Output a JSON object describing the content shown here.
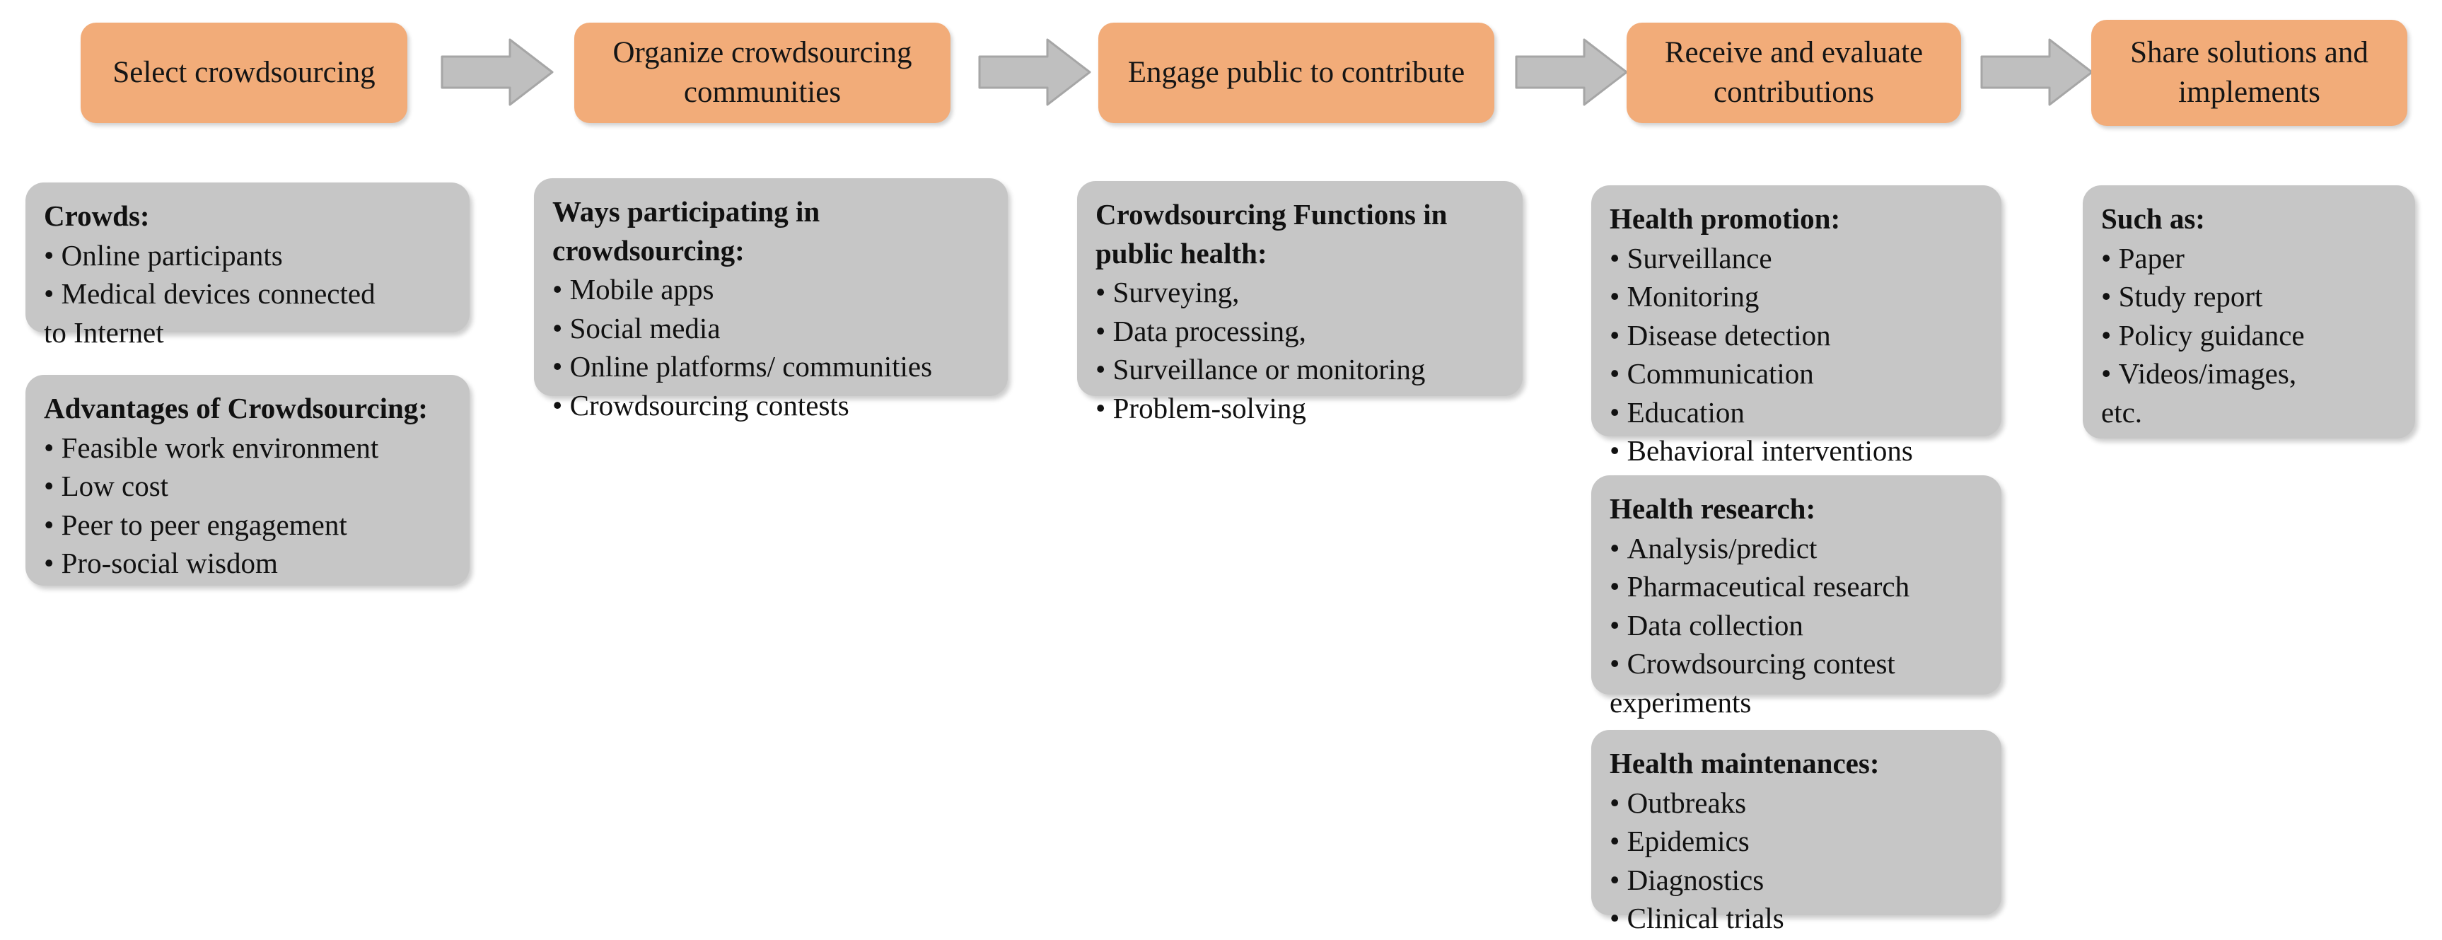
{
  "colors": {
    "stage_fill": "#F2AC79",
    "detail_fill": "#C6C6C6",
    "arrow_fill": "#BFBFBF",
    "arrow_stroke": "#A6A6A6",
    "text": "#111111",
    "page_background": "#FFFFFF"
  },
  "diagram": {
    "type": "process-flow",
    "stages": [
      {
        "id": "stage-1",
        "label": "Select crowdsourcing"
      },
      {
        "id": "stage-2",
        "label": "Organize crowdsourcing communities"
      },
      {
        "id": "stage-3",
        "label": "Engage public to contribute"
      },
      {
        "id": "stage-4",
        "label": "Receive and evaluate contributions"
      },
      {
        "id": "stage-5",
        "label": "Share solutions and implements"
      }
    ],
    "arrows": [
      {
        "id": "arrow-1",
        "direction": "right"
      },
      {
        "id": "arrow-2",
        "direction": "right"
      },
      {
        "id": "arrow-3",
        "direction": "right"
      },
      {
        "id": "arrow-4",
        "direction": "right"
      }
    ],
    "details": [
      {
        "id": "detail-crowds",
        "column": 1,
        "title": "Crowds:",
        "items": [
          {
            "text": "Online participants",
            "bulleted": true
          },
          {
            "text": "Medical devices connected",
            "bulleted": true
          },
          {
            "text": "to Internet",
            "bulleted": false
          }
        ]
      },
      {
        "id": "detail-advantages",
        "column": 1,
        "title": "Advantages of Crowdsourcing:",
        "items": [
          {
            "text": "Feasible work environment",
            "bulleted": true
          },
          {
            "text": "Low cost",
            "bulleted": true
          },
          {
            "text": "Peer to peer engagement",
            "bulleted": true
          },
          {
            "text": "Pro-social wisdom",
            "bulleted": true
          }
        ]
      },
      {
        "id": "detail-ways",
        "column": 2,
        "title": "Ways participating in crowdsourcing:",
        "items": [
          {
            "text": "Mobile apps",
            "bulleted": true
          },
          {
            "text": "Social media",
            "bulleted": true
          },
          {
            "text": "Online platforms/ communities",
            "bulleted": true
          },
          {
            "text": "Crowdsourcing contests",
            "bulleted": true
          }
        ]
      },
      {
        "id": "detail-functions",
        "column": 3,
        "title": "Crowdsourcing Functions in public health:",
        "items": [
          {
            "text": "Surveying,",
            "bulleted": true
          },
          {
            "text": "Data processing,",
            "bulleted": true
          },
          {
            "text": "Surveillance or monitoring",
            "bulleted": true
          },
          {
            "text": "Problem-solving",
            "bulleted": true
          }
        ]
      },
      {
        "id": "detail-health-promotion",
        "column": 4,
        "title": "Health promotion:",
        "items": [
          {
            "text": "Surveillance",
            "bulleted": true
          },
          {
            "text": "Monitoring",
            "bulleted": true
          },
          {
            "text": "Disease detection",
            "bulleted": true
          },
          {
            "text": "Communication",
            "bulleted": true
          },
          {
            "text": "Education",
            "bulleted": true
          },
          {
            "text": "Behavioral interventions",
            "bulleted": true
          }
        ]
      },
      {
        "id": "detail-health-research",
        "column": 4,
        "title": "Health research:",
        "items": [
          {
            "text": "Analysis/predict",
            "bulleted": true
          },
          {
            "text": "Pharmaceutical research",
            "bulleted": true
          },
          {
            "text": "Data collection",
            "bulleted": true
          },
          {
            "text": "Crowdsourcing contest",
            "bulleted": true
          },
          {
            "text": "experiments",
            "bulleted": false
          }
        ]
      },
      {
        "id": "detail-health-maintenances",
        "column": 4,
        "title": "Health maintenances:",
        "items": [
          {
            "text": "Outbreaks",
            "bulleted": true
          },
          {
            "text": "Epidemics",
            "bulleted": true
          },
          {
            "text": "Diagnostics",
            "bulleted": true
          },
          {
            "text": "Clinical trials",
            "bulleted": true
          }
        ]
      },
      {
        "id": "detail-such-as",
        "column": 5,
        "title": "Such as:",
        "items": [
          {
            "text": "Paper",
            "bulleted": true
          },
          {
            "text": "Study report",
            "bulleted": true
          },
          {
            "text": "Policy guidance",
            "bulleted": true
          },
          {
            "text": "Videos/images,",
            "bulleted": true
          },
          {
            "text": "etc.",
            "bulleted": false
          }
        ]
      }
    ]
  }
}
